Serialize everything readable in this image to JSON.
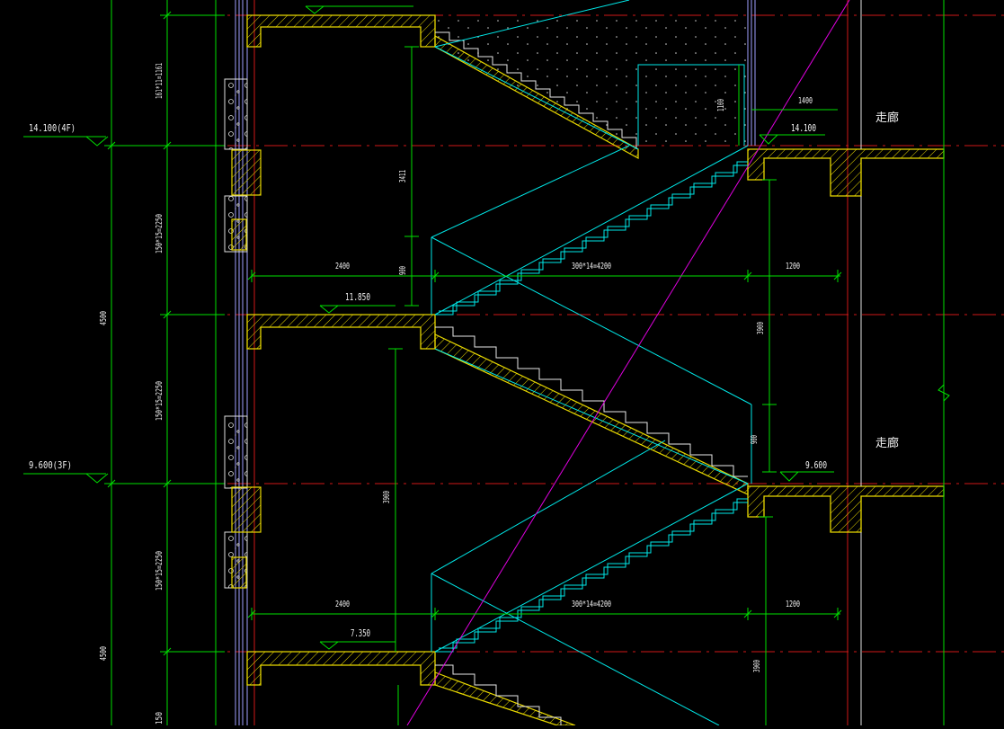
{
  "colors": {
    "background": "#000000",
    "axis_red": "#d01818",
    "dim_green": "#00e000",
    "wall_yellow": "#e8d800",
    "stair_cyan": "#00e8e8",
    "diag_magenta": "#e000e0",
    "text_white": "#f2f2f2",
    "window_blue": "#a0a0ff"
  },
  "levels": {
    "level_4f": "14.100(4F)",
    "level_3f": "9.600(3F)",
    "landing_upper": "14.100",
    "landing_lower": "9.600",
    "slab_upper": "11.850",
    "slab_lower": "7.350"
  },
  "left_dims": {
    "seg_top": "161*11=1161",
    "seg_1": "150*15=2250",
    "seg_2": "150*15=2250",
    "seg_3": "150*15=2250",
    "seg_4": "150",
    "storey_1": "4500",
    "storey_2": "4500"
  },
  "horizontal_dims": {
    "upper_left": "2400",
    "upper_mid": "300*14=4200",
    "upper_right": "1200",
    "lower_left": "2400",
    "lower_mid": "300*14=4200",
    "lower_right": "1200",
    "top_right": "1400"
  },
  "vertical_dims": {
    "height_a": "3411",
    "height_b": "900",
    "height_c": "3900",
    "height_d": "900",
    "height_e": "3900",
    "height_f": "3900",
    "rail_top": "1100"
  },
  "rooms": {
    "corridor_upper": "走廊",
    "corridor_lower": "走廊"
  }
}
